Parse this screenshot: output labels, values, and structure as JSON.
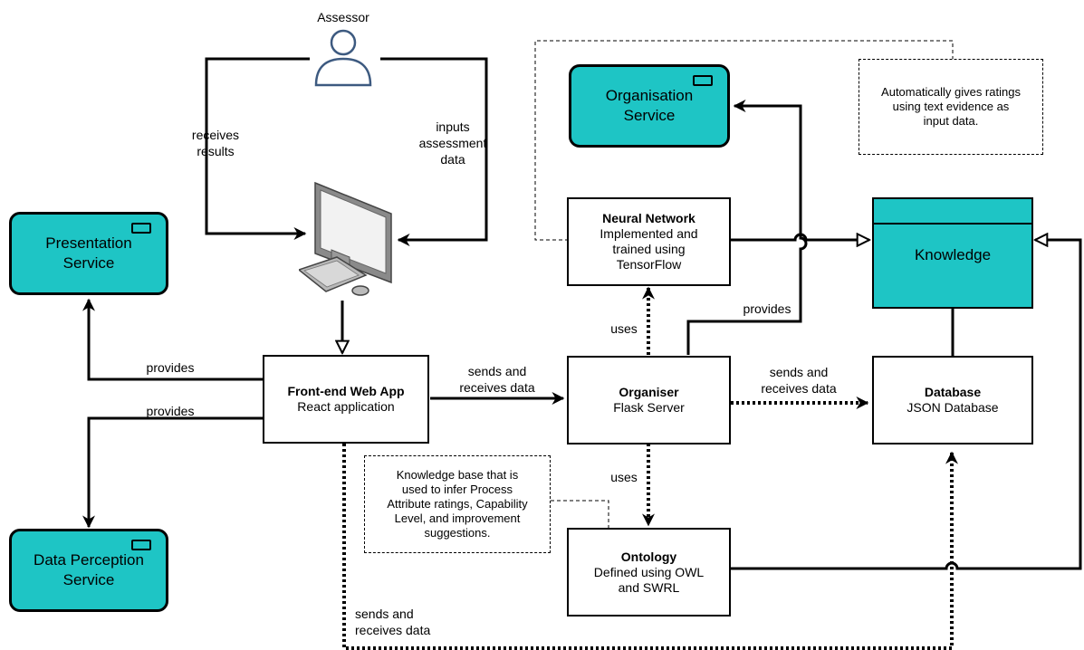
{
  "actor": {
    "label": "Assessor"
  },
  "services": {
    "presentation": "Presentation\nService",
    "data_perception": "Data Perception\nService",
    "organisation": "Organisation\nService"
  },
  "components": {
    "frontend": {
      "title": "Front-end Web App",
      "subtitle": "React application"
    },
    "organiser": {
      "title": "Organiser",
      "subtitle": "Flask Server"
    },
    "neural_network": {
      "title": "Neural Network",
      "subtitle": "Implemented and\ntrained using\nTensorFlow"
    },
    "database": {
      "title": "Database",
      "subtitle": "JSON Database"
    },
    "ontology": {
      "title": "Ontology",
      "subtitle": "Defined using OWL\nand SWRL"
    },
    "knowledge": "Knowledge"
  },
  "notes": {
    "neural_note": "Automatically gives ratings\nusing text evidence as\ninput data.",
    "ontology_note": "Knowledge base that is\nused to infer Process\nAttribute ratings, Capability\nLevel, and improvement\nsuggestions."
  },
  "edges": {
    "receives_results": "receives\nresults",
    "inputs_assessment": "inputs\nassessment\ndata",
    "provides_presentation": "provides",
    "provides_perception": "provides",
    "frontend_to_organiser": "sends and\nreceives data",
    "organiser_to_database": "sends and\nreceives data",
    "uses_neural": "uses",
    "uses_ontology": "uses",
    "provides_organisation": "provides",
    "frontend_to_database": "sends and\nreceives data"
  }
}
